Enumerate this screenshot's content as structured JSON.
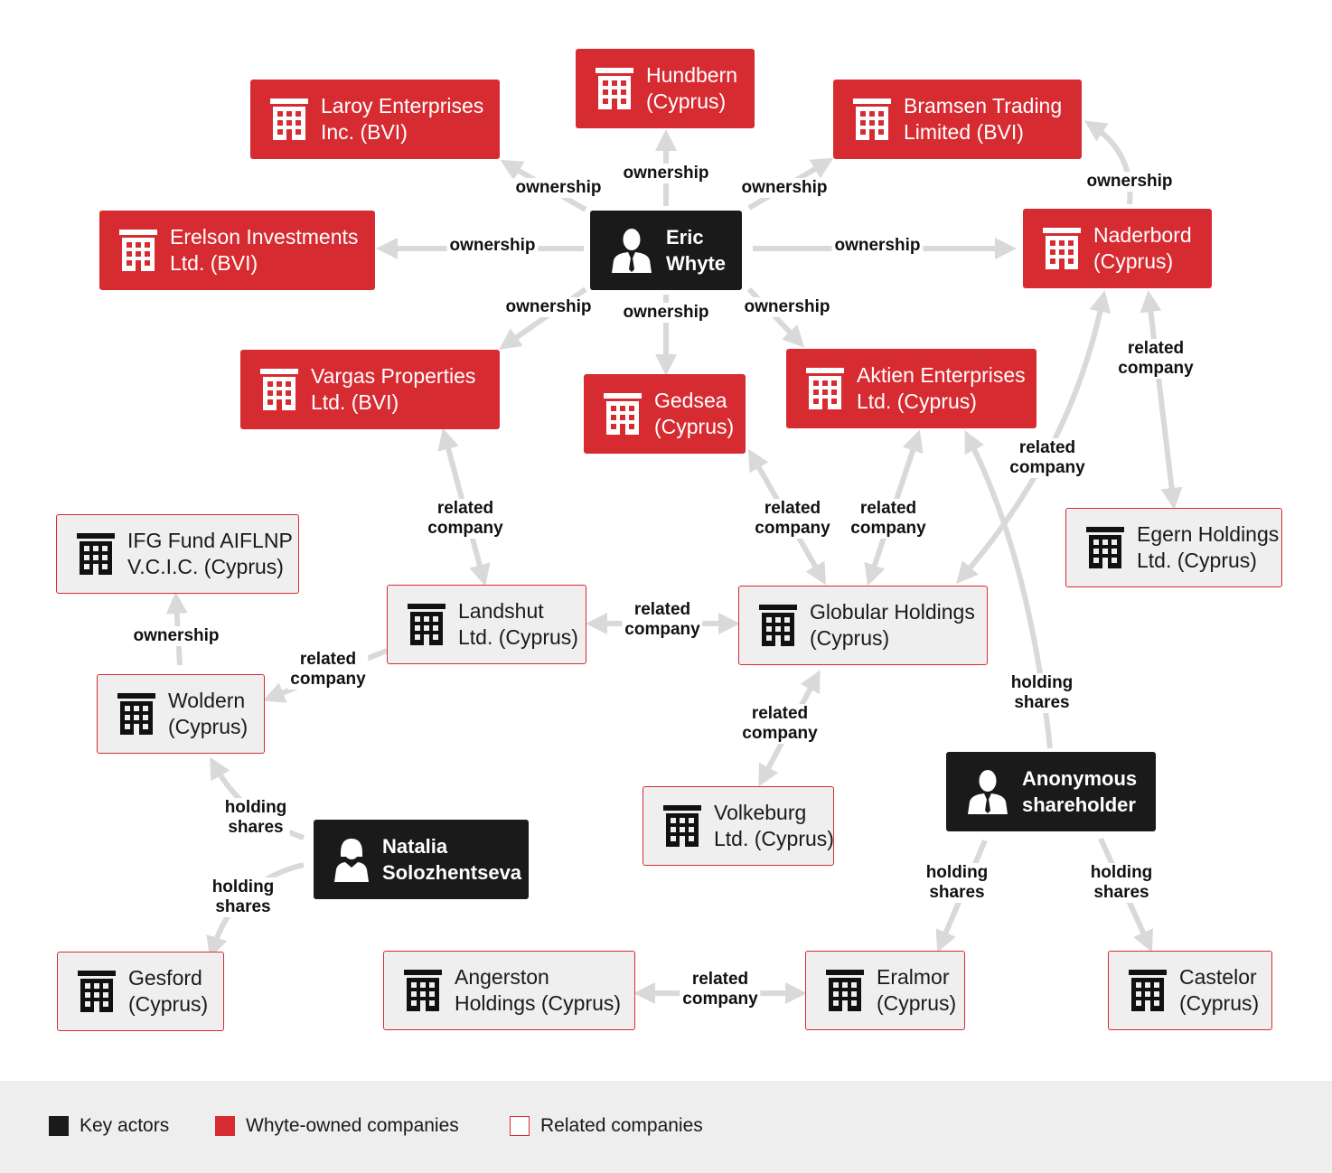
{
  "nodes": {
    "laroy": {
      "kind": "owned",
      "lines": [
        "Laroy Enterprises",
        "Inc. (BVI)"
      ]
    },
    "hundbern": {
      "kind": "owned",
      "lines": [
        "Hundbern",
        "(Cyprus)"
      ]
    },
    "bramsen": {
      "kind": "owned",
      "lines": [
        "Bramsen Trading",
        "Limited (BVI)"
      ]
    },
    "erelson": {
      "kind": "owned",
      "lines": [
        "Erelson Investments",
        "Ltd. (BVI)"
      ]
    },
    "eric": {
      "kind": "actor",
      "lines": [
        "Eric",
        "Whyte"
      ]
    },
    "naderbord": {
      "kind": "owned",
      "lines": [
        "Naderbord",
        "(Cyprus)"
      ]
    },
    "vargas": {
      "kind": "owned",
      "lines": [
        "Vargas Properties",
        "Ltd. (BVI)"
      ]
    },
    "gedsea": {
      "kind": "owned",
      "lines": [
        "Gedsea",
        "(Cyprus)"
      ]
    },
    "aktien": {
      "kind": "owned",
      "lines": [
        "Aktien Enterprises",
        "Ltd. (Cyprus)"
      ]
    },
    "ifg": {
      "kind": "related",
      "lines": [
        "IFG Fund AIFLNP",
        "V.C.I.C. (Cyprus)"
      ]
    },
    "landshut": {
      "kind": "related",
      "lines": [
        "Landshut",
        "Ltd. (Cyprus)"
      ]
    },
    "globular": {
      "kind": "related",
      "lines": [
        "Globular Holdings",
        "(Cyprus)"
      ]
    },
    "egern": {
      "kind": "related",
      "lines": [
        "Egern Holdings",
        "Ltd. (Cyprus)"
      ]
    },
    "woldern": {
      "kind": "related",
      "lines": [
        "Woldern",
        "(Cyprus)"
      ]
    },
    "volkeburg": {
      "kind": "related",
      "lines": [
        "Volkeburg",
        "Ltd. (Cyprus)"
      ]
    },
    "anon": {
      "kind": "actor",
      "lines": [
        "Anonymous",
        "shareholder"
      ]
    },
    "natalia": {
      "kind": "actor",
      "lines": [
        "Natalia",
        "Solozhentseva"
      ]
    },
    "gesford": {
      "kind": "related",
      "lines": [
        "Gesford",
        "(Cyprus)"
      ]
    },
    "angerston": {
      "kind": "related",
      "lines": [
        "Angerston",
        "Holdings (Cyprus)"
      ]
    },
    "eralmor": {
      "kind": "related",
      "lines": [
        "Eralmor",
        "(Cyprus)"
      ]
    },
    "castelor": {
      "kind": "related",
      "lines": [
        "Castelor",
        "(Cyprus)"
      ]
    }
  },
  "edges": [
    {
      "from": "eric",
      "to": "laroy",
      "label": [
        "ownership"
      ],
      "dir": "forward"
    },
    {
      "from": "eric",
      "to": "hundbern",
      "label": [
        "ownership"
      ],
      "dir": "forward"
    },
    {
      "from": "eric",
      "to": "bramsen",
      "label": [
        "ownership"
      ],
      "dir": "forward"
    },
    {
      "from": "eric",
      "to": "erelson",
      "label": [
        "ownership"
      ],
      "dir": "forward"
    },
    {
      "from": "eric",
      "to": "naderbord",
      "label": [
        "ownership"
      ],
      "dir": "forward"
    },
    {
      "from": "eric",
      "to": "vargas",
      "label": [
        "ownership"
      ],
      "dir": "forward"
    },
    {
      "from": "eric",
      "to": "gedsea",
      "label": [
        "ownership"
      ],
      "dir": "forward"
    },
    {
      "from": "eric",
      "to": "aktien",
      "label": [
        "ownership"
      ],
      "dir": "forward"
    },
    {
      "from": "naderbord",
      "to": "bramsen",
      "label": [
        "ownership"
      ],
      "dir": "forward"
    },
    {
      "from": "naderbord",
      "to": "egern",
      "label": [
        "related",
        "company"
      ],
      "dir": "both"
    },
    {
      "from": "vargas",
      "to": "landshut",
      "label": [
        "related",
        "company"
      ],
      "dir": "both"
    },
    {
      "from": "gedsea",
      "to": "globular",
      "label": [
        "related",
        "company"
      ],
      "dir": "both"
    },
    {
      "from": "aktien",
      "to": "globular",
      "label": [
        "related",
        "company"
      ],
      "dir": "both"
    },
    {
      "from": "naderbord",
      "to": "globular",
      "label": [
        "related",
        "company"
      ],
      "dir": "both"
    },
    {
      "from": "landshut",
      "to": "globular",
      "label": [
        "related",
        "company"
      ],
      "dir": "both"
    },
    {
      "from": "landshut",
      "to": "woldern",
      "label": [
        "related",
        "company"
      ],
      "dir": "forward"
    },
    {
      "from": "woldern",
      "to": "ifg",
      "label": [
        "ownership"
      ],
      "dir": "forward"
    },
    {
      "from": "globular",
      "to": "volkeburg",
      "label": [
        "related",
        "company"
      ],
      "dir": "both"
    },
    {
      "from": "anon",
      "to": "aktien",
      "label": [
        "holding",
        "shares"
      ],
      "dir": "forward"
    },
    {
      "from": "natalia",
      "to": "woldern",
      "label": [
        "holding",
        "shares"
      ],
      "dir": "forward"
    },
    {
      "from": "natalia",
      "to": "gesford",
      "label": [
        "holding",
        "shares"
      ],
      "dir": "forward"
    },
    {
      "from": "anon",
      "to": "eralmor",
      "label": [
        "holding",
        "shares"
      ],
      "dir": "forward"
    },
    {
      "from": "anon",
      "to": "castelor",
      "label": [
        "holding",
        "shares"
      ],
      "dir": "forward"
    },
    {
      "from": "angerston",
      "to": "eralmor",
      "label": [
        "related",
        "company"
      ],
      "dir": "both"
    }
  ],
  "legend": {
    "key_actors": "Key actors",
    "whyte_owned": "Whyte-owned companies",
    "related": "Related companies"
  },
  "colors": {
    "owned": "#d72b32",
    "actor": "#1a1a1a",
    "related_fill": "#efefef",
    "edge": "#d9d9d9"
  }
}
